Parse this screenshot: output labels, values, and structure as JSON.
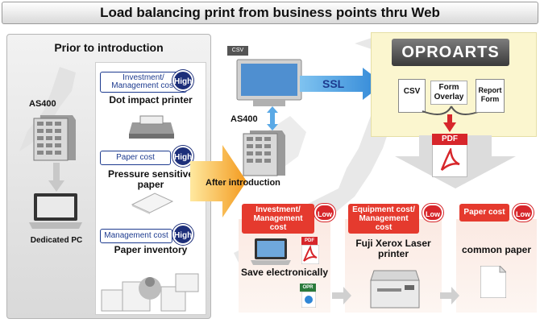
{
  "title": "Load balancing print from business points thru Web",
  "prior": {
    "heading": "Prior to introduction",
    "server_label": "AS400",
    "pc_label": "Dedicated PC",
    "items": [
      {
        "tag": "Investment/ Management cost",
        "level": "High",
        "label": "Dot impact printer"
      },
      {
        "tag": "Paper cost",
        "level": "High",
        "label": "Pressure sensitive paper"
      },
      {
        "tag": "Management cost",
        "level": "High",
        "label": "Paper inventory"
      }
    ]
  },
  "after": {
    "heading": "After introduction",
    "csv_file": "CSV",
    "ssl": "SSL",
    "server_label": "AS400",
    "logo": "OPROARTS",
    "csv_doc": "CSV",
    "form_overlay": "Form Overlay",
    "report_form": "Report Form",
    "pdf": "PDF",
    "columns": [
      {
        "tag": "Investment/ Management cost",
        "level": "Low",
        "label": "Save electronically",
        "icon1": "PDF",
        "icon2": "OPR"
      },
      {
        "tag": "Equipment cost/ Management cost",
        "level": "Low",
        "label": "Fuji Xerox Laser printer"
      },
      {
        "tag": "Paper cost",
        "level": "Low",
        "label": "common paper"
      }
    ]
  },
  "colors": {
    "navy": "#1d2f7a",
    "red": "#d7262b",
    "blue": "#5aa9e6",
    "orange": "#f39a1e",
    "cream": "#fbf6cf"
  }
}
